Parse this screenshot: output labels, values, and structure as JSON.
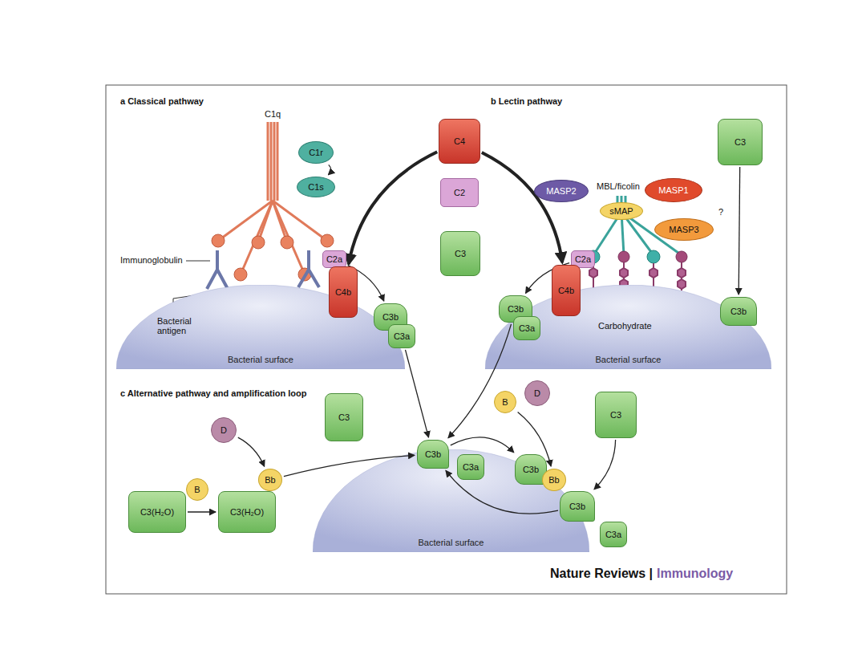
{
  "diagram": {
    "nodes": [
      {
        "text": [
          "C4"
        ]
      },
      {
        "text": [
          "C2"
        ]
      },
      {
        "text": [
          "C3"
        ]
      },
      {
        "text": [
          "C1r"
        ]
      },
      {
        "text": [
          "C1s"
        ]
      },
      {
        "text": [
          "Bacterial surface"
        ]
      },
      {
        "text": [
          "C2a"
        ]
      },
      {
        "text": [
          "C4b"
        ]
      },
      {
        "text": [
          "C3b"
        ]
      },
      {
        "text": [
          "C3a"
        ]
      },
      {
        "text": [
          "MASP2"
        ]
      },
      {
        "text": [
          "sMAP"
        ]
      },
      {
        "text": [
          "MASP1"
        ]
      },
      {
        "text": [
          "MASP3"
        ]
      },
      {
        "text": [
          "C3"
        ]
      },
      {
        "text": [
          "Bacterial surface"
        ]
      },
      {
        "text": [
          "C2a"
        ]
      },
      {
        "text": [
          "C4b"
        ]
      },
      {
        "text": [
          "C3b"
        ]
      },
      {
        "text": [
          "C3a"
        ]
      },
      {
        "text": [
          "C3b"
        ]
      },
      {
        "text": [
          "D"
        ]
      },
      {
        "text": [
          "B"
        ]
      },
      {
        "text": [
          "C3(H₂O)"
        ]
      },
      {
        "text": [
          "C3(H₂O)"
        ]
      },
      {
        "text": [
          "Bb"
        ]
      },
      {
        "text": [
          "C3"
        ]
      },
      {
        "text": [
          "Bacterial surface"
        ]
      },
      {
        "text": [
          "C3b"
        ]
      },
      {
        "text": [
          "C3a"
        ]
      },
      {
        "text": [
          "B"
        ]
      },
      {
        "text": [
          "D"
        ]
      },
      {
        "text": [
          "C3"
        ]
      },
      {
        "text": [
          "C3b"
        ]
      },
      {
        "text": [
          "Bb"
        ]
      },
      {
        "text": [
          "C3b"
        ]
      },
      {
        "text": [
          "C3a"
        ]
      }
    ],
    "edges": [
      {
        "from": 3,
        "to": 4,
        "arrow": "to"
      },
      {
        "from": 0,
        "to": 7,
        "arrow": "to"
      },
      {
        "from": 0,
        "to": 17,
        "arrow": "to"
      },
      {
        "from": 6,
        "to": 8,
        "arrow": "to"
      },
      {
        "from": 16,
        "to": 18,
        "arrow": "to"
      },
      {
        "from": 14,
        "to": 20,
        "arrow": "to"
      },
      {
        "from": 9,
        "to": 28,
        "arrow": "to"
      },
      {
        "from": 18,
        "to": 28,
        "arrow": "to"
      },
      {
        "from": 21,
        "to": 25,
        "arrow": "to"
      },
      {
        "from": 23,
        "to": 24,
        "arrow": "to"
      },
      {
        "from": 25,
        "to": 28,
        "arrow": "to"
      },
      {
        "from": 28,
        "to": 33,
        "arrow": "to"
      },
      {
        "from": 30,
        "to": 34,
        "arrow": "to"
      },
      {
        "from": 32,
        "to": 35,
        "arrow": "to"
      },
      {
        "from": 35,
        "to": 28,
        "arrow": "to"
      }
    ],
    "labels": [
      "a Classical pathway",
      "b Lectin pathway",
      "C1q",
      "Immunoglobulin",
      "Bacterial antigen",
      "MBL/ficolin",
      "?",
      "Carbohydrate",
      "c Alternative pathway and amplification loop",
      "Nature Reviews |",
      "Immunology"
    ]
  }
}
